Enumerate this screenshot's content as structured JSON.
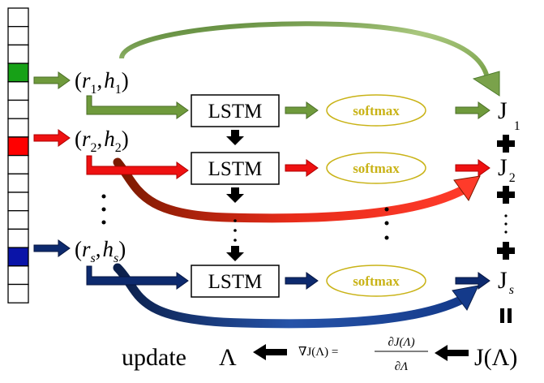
{
  "lstm_boxes": [
    {
      "label": "LSTM"
    },
    {
      "label": "LSTM"
    },
    {
      "label": "LSTM"
    }
  ],
  "softmax_nodes": [
    {
      "label": "softmax"
    },
    {
      "label": "softmax"
    },
    {
      "label": "softmax"
    }
  ],
  "inputs": [
    {
      "var_r": "r",
      "var_h": "h",
      "index": "1",
      "cell_color": "#17a117",
      "arrow_color": "#6f9a3c"
    },
    {
      "var_r": "r",
      "var_h": "h",
      "index": "2",
      "cell_color": "#ff0000",
      "arrow_color": "#ee1111"
    },
    {
      "var_r": "r",
      "var_h": "h",
      "index": "s",
      "cell_color": "#0a14a8",
      "arrow_color": "#0d2a6e"
    }
  ],
  "outputs": [
    {
      "symbol": "J",
      "index": "1"
    },
    {
      "symbol": "J",
      "index": "2"
    },
    {
      "symbol": "J",
      "index": "s"
    }
  ],
  "bottom": {
    "update_label": "update",
    "lambda_symbol": "Λ",
    "grad_lhs": "∇J(Λ) =",
    "grad_num": "∂J(Λ)",
    "grad_den": "∂Λ",
    "total": "J(Λ)"
  },
  "colors": {
    "green": "#6f9a3c",
    "red": "#ee1111",
    "navy": "#0d2a6e",
    "softmax": "#c9b317"
  }
}
